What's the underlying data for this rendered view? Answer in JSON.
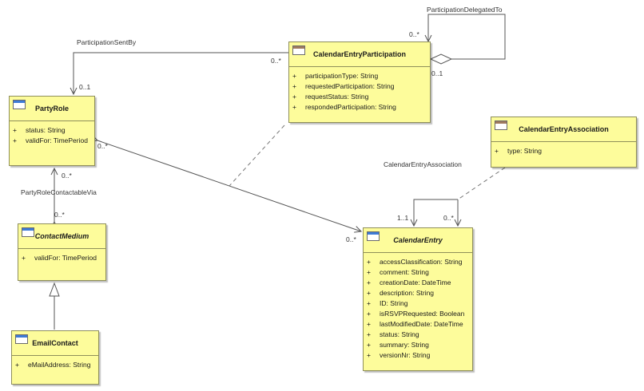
{
  "classes": {
    "party_role": {
      "name": "PartyRole",
      "attributes": [
        {
          "vis": "+",
          "text": "status: String"
        },
        {
          "vis": "+",
          "text": "validFor: TimePeriod"
        }
      ]
    },
    "calendar_entry_participation": {
      "name": "CalendarEntryParticipation",
      "attributes": [
        {
          "vis": "+",
          "text": "participationType: String"
        },
        {
          "vis": "+",
          "text": "requestedParticipation: String"
        },
        {
          "vis": "+",
          "text": "requestStatus: String"
        },
        {
          "vis": "+",
          "text": "respondedParticipation: String"
        }
      ]
    },
    "calendar_entry_association": {
      "name": "CalendarEntryAssociation",
      "attributes": [
        {
          "vis": "+",
          "text": "type: String"
        }
      ]
    },
    "contact_medium": {
      "name": "ContactMedium",
      "attributes": [
        {
          "vis": "+",
          "text": "validFor: TimePeriod"
        }
      ]
    },
    "email_contact": {
      "name": "EmailContact",
      "attributes": [
        {
          "vis": "+",
          "text": "eMailAddress: String"
        }
      ]
    },
    "calendar_entry": {
      "name": "CalendarEntry",
      "attributes": [
        {
          "vis": "+",
          "text": "accessClassification: String"
        },
        {
          "vis": "+",
          "text": "comment: String"
        },
        {
          "vis": "+",
          "text": "creationDate: DateTime"
        },
        {
          "vis": "+",
          "text": "description: String"
        },
        {
          "vis": "+",
          "text": "ID: String"
        },
        {
          "vis": "+",
          "text": "isRSVPRequested: Boolean"
        },
        {
          "vis": "+",
          "text": "lastModifiedDate: DateTime"
        },
        {
          "vis": "+",
          "text": "status: String"
        },
        {
          "vis": "+",
          "text": "summary: String"
        },
        {
          "vis": "+",
          "text": "versionNr: String"
        }
      ]
    }
  },
  "associations": {
    "participation_sent_by": "ParticipationSentBy",
    "participation_delegated_to": "ParticipationDelegatedTo",
    "party_role_contactable_via": "PartyRoleContactableVia",
    "calendar_entry_association": "CalendarEntryAssociation"
  },
  "multiplicities": {
    "sent_by_party": "0..1",
    "sent_by_participation": "0..*",
    "delegated_top": "0..*",
    "delegated_side": "0..1",
    "party_role_to_entry": "0..*",
    "entry_from_party_role": "0..*",
    "party_role_contactable": "0..*",
    "contact_medium_end": "0..*",
    "entry_assoc_left": "1..1",
    "entry_assoc_right": "0..*"
  }
}
